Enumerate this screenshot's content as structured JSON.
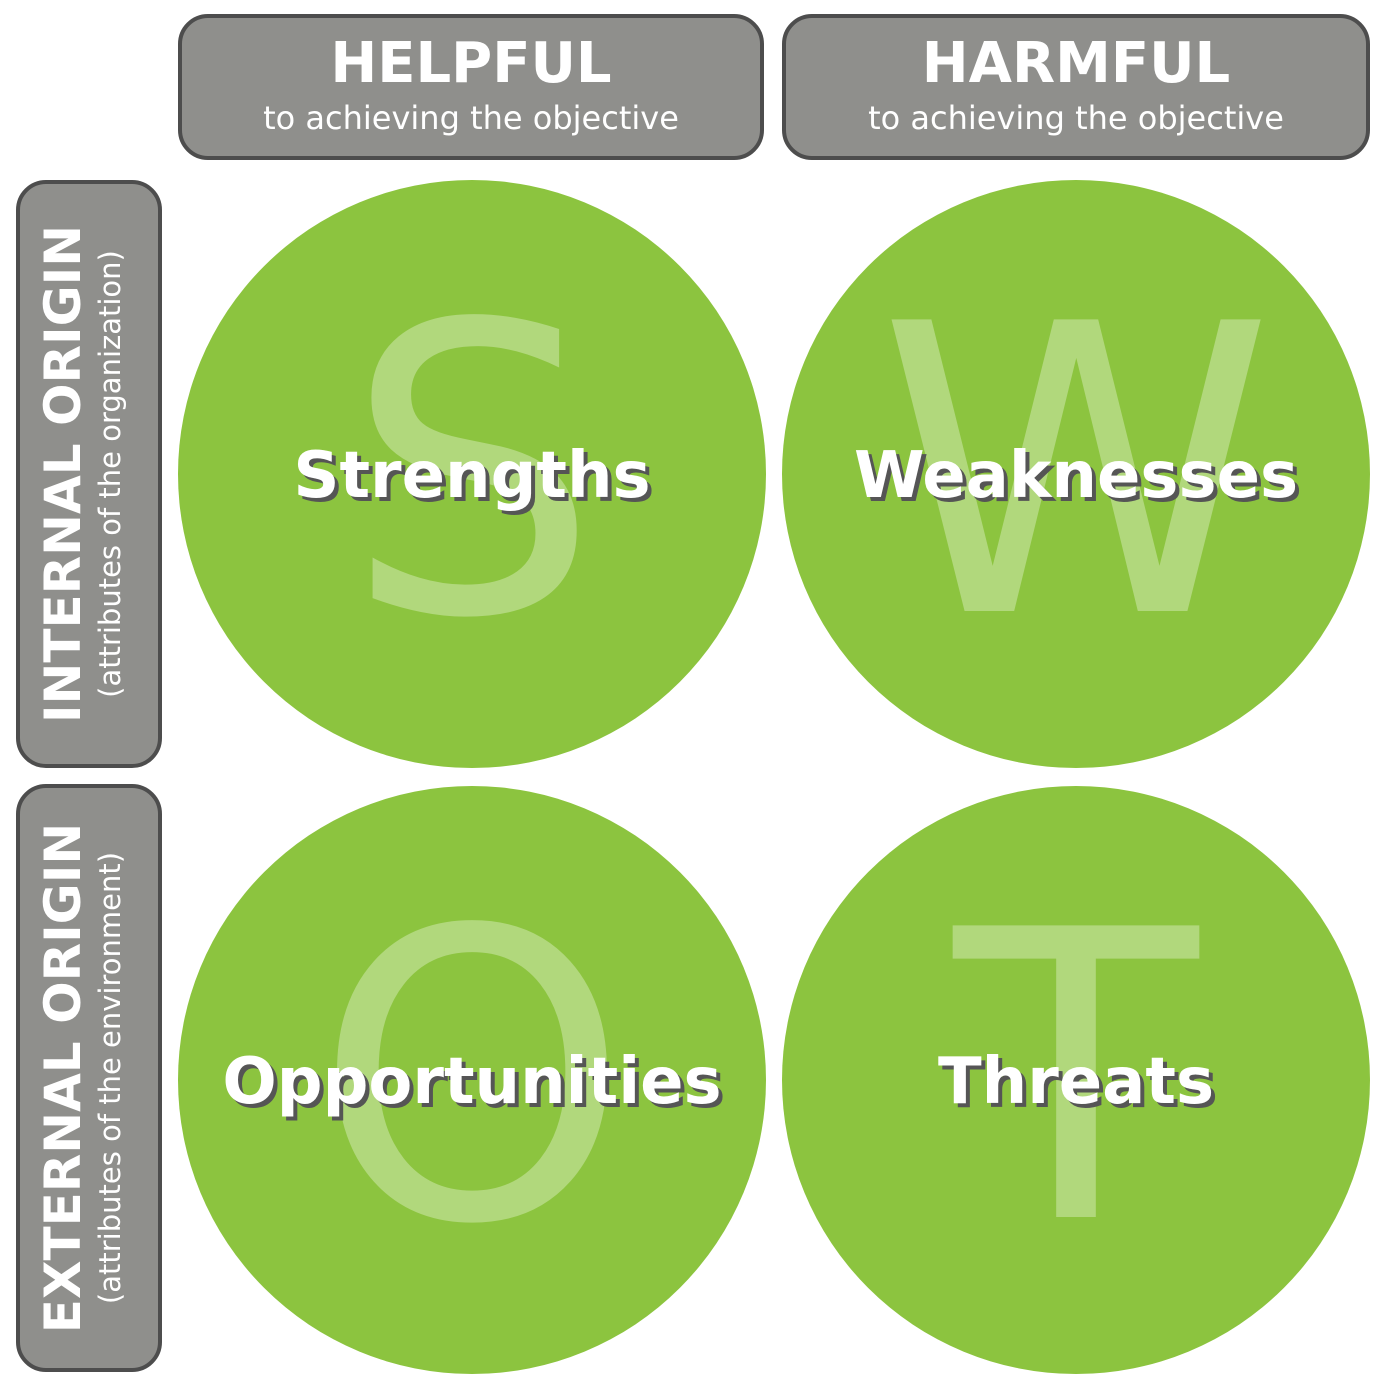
{
  "columns": {
    "helpful": {
      "title": "HELPFUL",
      "subtitle": "to achieving the objective"
    },
    "harmful": {
      "title": "HARMFUL",
      "subtitle": "to achieving the objective"
    }
  },
  "rows": {
    "internal": {
      "title": "INTERNAL ORIGIN",
      "subtitle": "(attributes of the organization)"
    },
    "external": {
      "title": "EXTERNAL ORIGIN",
      "subtitle": "(attributes of the environment)"
    }
  },
  "quadrants": {
    "strengths": {
      "letter": "S",
      "label": "Strengths"
    },
    "weaknesses": {
      "letter": "W",
      "label": "Weaknesses"
    },
    "opportunities": {
      "letter": "O",
      "label": "Opportunities"
    },
    "threats": {
      "letter": "T",
      "label": "Threats"
    }
  },
  "colors": {
    "circle": "#8cc43f",
    "letter": "#b1d87c",
    "header_bg": "#8f8f8c",
    "header_border": "#4d4d4d"
  }
}
